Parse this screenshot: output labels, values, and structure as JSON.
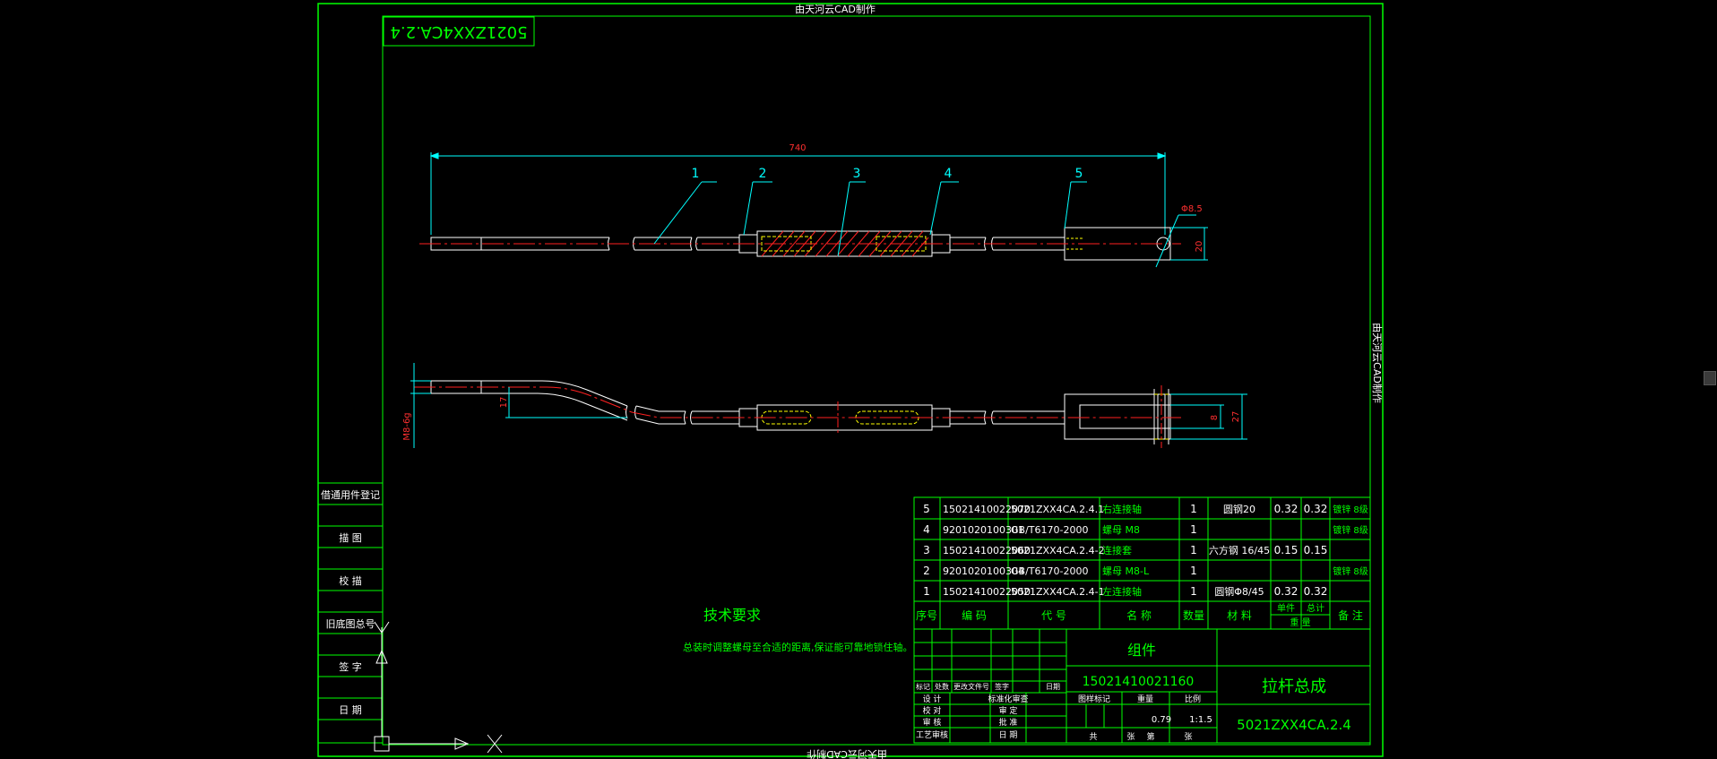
{
  "colors": {
    "background": "#000000",
    "frame": "#00ff00",
    "dimension": "#00ffff",
    "centerline": "#ff2020",
    "part": "#ffffff",
    "dim_text": "#ff3030",
    "hatch": "#ff2020",
    "hidden": "#ffff00"
  },
  "watermark": {
    "top": "由天河云CAD制作",
    "bottom": "由天河云CAD制作",
    "right": "由天河云CAD制作"
  },
  "drawing_code_rotated": "5021ZXX4CA.2.4",
  "dimensions": {
    "overall_length": "740",
    "hole": "Φ8.5",
    "width_top": "20",
    "offset": "17",
    "thread": "M8-6g",
    "slot": "8",
    "width_bottom": "27"
  },
  "balloons": [
    "1",
    "2",
    "3",
    "4",
    "5"
  ],
  "left_strip": [
    "借通用件登记",
    "描  图",
    "校  描",
    "旧底图总号",
    "签  字",
    "日  期"
  ],
  "tech": {
    "title": "技术要求",
    "text": "总装时调整螺母至合适的距离,保证能可靠地锁住轴。"
  },
  "bom": {
    "rows": [
      {
        "no": "5",
        "code": "15021410022070",
        "drawing": "5021ZXX4CA.2.4.1",
        "name": "右连接轴",
        "qty": "1",
        "material": "圆钢20",
        "unit": "0.32",
        "total": "0.32",
        "remark": "镀锌 8级"
      },
      {
        "no": "4",
        "code": "9201020100301",
        "drawing": "GB/T6170-2000",
        "name": "螺母 M8",
        "qty": "1",
        "material": "",
        "unit": "",
        "total": "",
        "remark": "镀锌 8级"
      },
      {
        "no": "3",
        "code": "15021410022060",
        "drawing": "5021ZXX4CA.2.4-2",
        "name": "连接套",
        "qty": "1",
        "material": "六方钢 16/45",
        "unit": "0.15",
        "total": "0.15",
        "remark": ""
      },
      {
        "no": "2",
        "code": "9201020100304",
        "drawing": "GB/T6170-2000",
        "name": "螺母 M8-L",
        "qty": "1",
        "material": "",
        "unit": "",
        "total": "",
        "remark": "镀锌 8级"
      },
      {
        "no": "1",
        "code": "15021410022050",
        "drawing": "5021ZXX4CA.2.4-1",
        "name": "左连接轴",
        "qty": "1",
        "material": "圆钢Φ8/45",
        "unit": "0.32",
        "total": "0.32",
        "remark": ""
      }
    ],
    "header": {
      "no": "序号",
      "code": "编 码",
      "drawing": "代 号",
      "name": "名 称",
      "qty": "数量",
      "material": "材 料",
      "unit": "单件",
      "total": "总计",
      "weight": "重 量",
      "remark": "备 注"
    }
  },
  "title_block": {
    "assembly": "组件",
    "code": "15021410021160",
    "name": "拉杆总成",
    "drawing_no": "5021ZXX4CA.2.4",
    "mark_label": "图样标记",
    "weight_label": "重量",
    "scale_label": "比例",
    "weight": "0.79",
    "scale": "1:1.5",
    "sheet_total": "共",
    "sheet_num": "第",
    "sheet_unit_a": "张",
    "sheet_unit_b": "张",
    "rev_headers": [
      "标记",
      "处数",
      "更改文件号",
      "签字",
      "日期"
    ],
    "signatures": [
      "设 计",
      "校 对",
      "审 核",
      "工艺审核"
    ],
    "signatures_right": [
      "标准化审查",
      "审 定",
      "批 准",
      "日 期"
    ]
  }
}
